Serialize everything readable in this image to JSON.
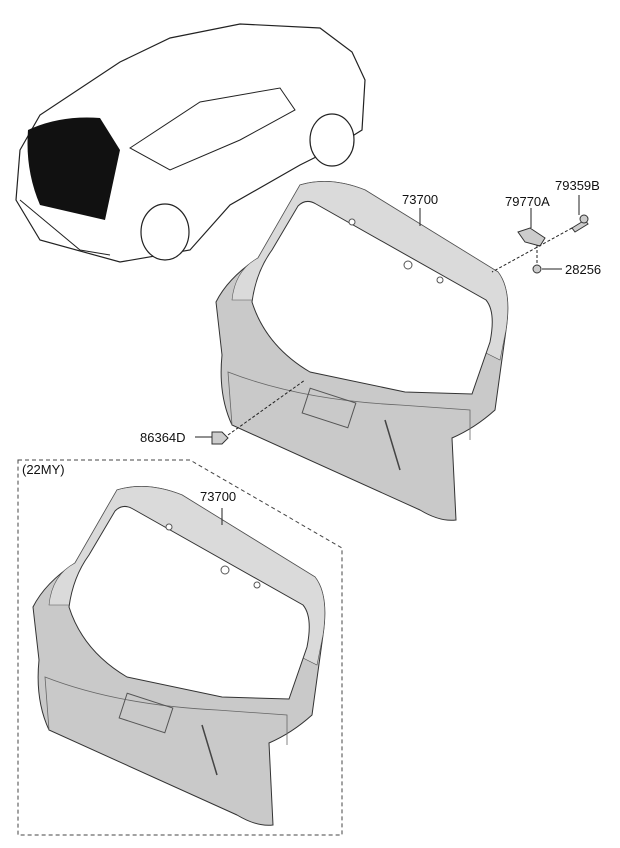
{
  "diagram": {
    "labels": {
      "tailgate_main": "73700",
      "bracket": "79770A",
      "bolt": "79359B",
      "nut": "28256",
      "clip": "86364D",
      "variant_group": "(22MY)",
      "tailgate_variant": "73700"
    },
    "colors": {
      "panel": "#c9c9c9",
      "panel_light": "#dadada",
      "line": "#222222"
    }
  }
}
